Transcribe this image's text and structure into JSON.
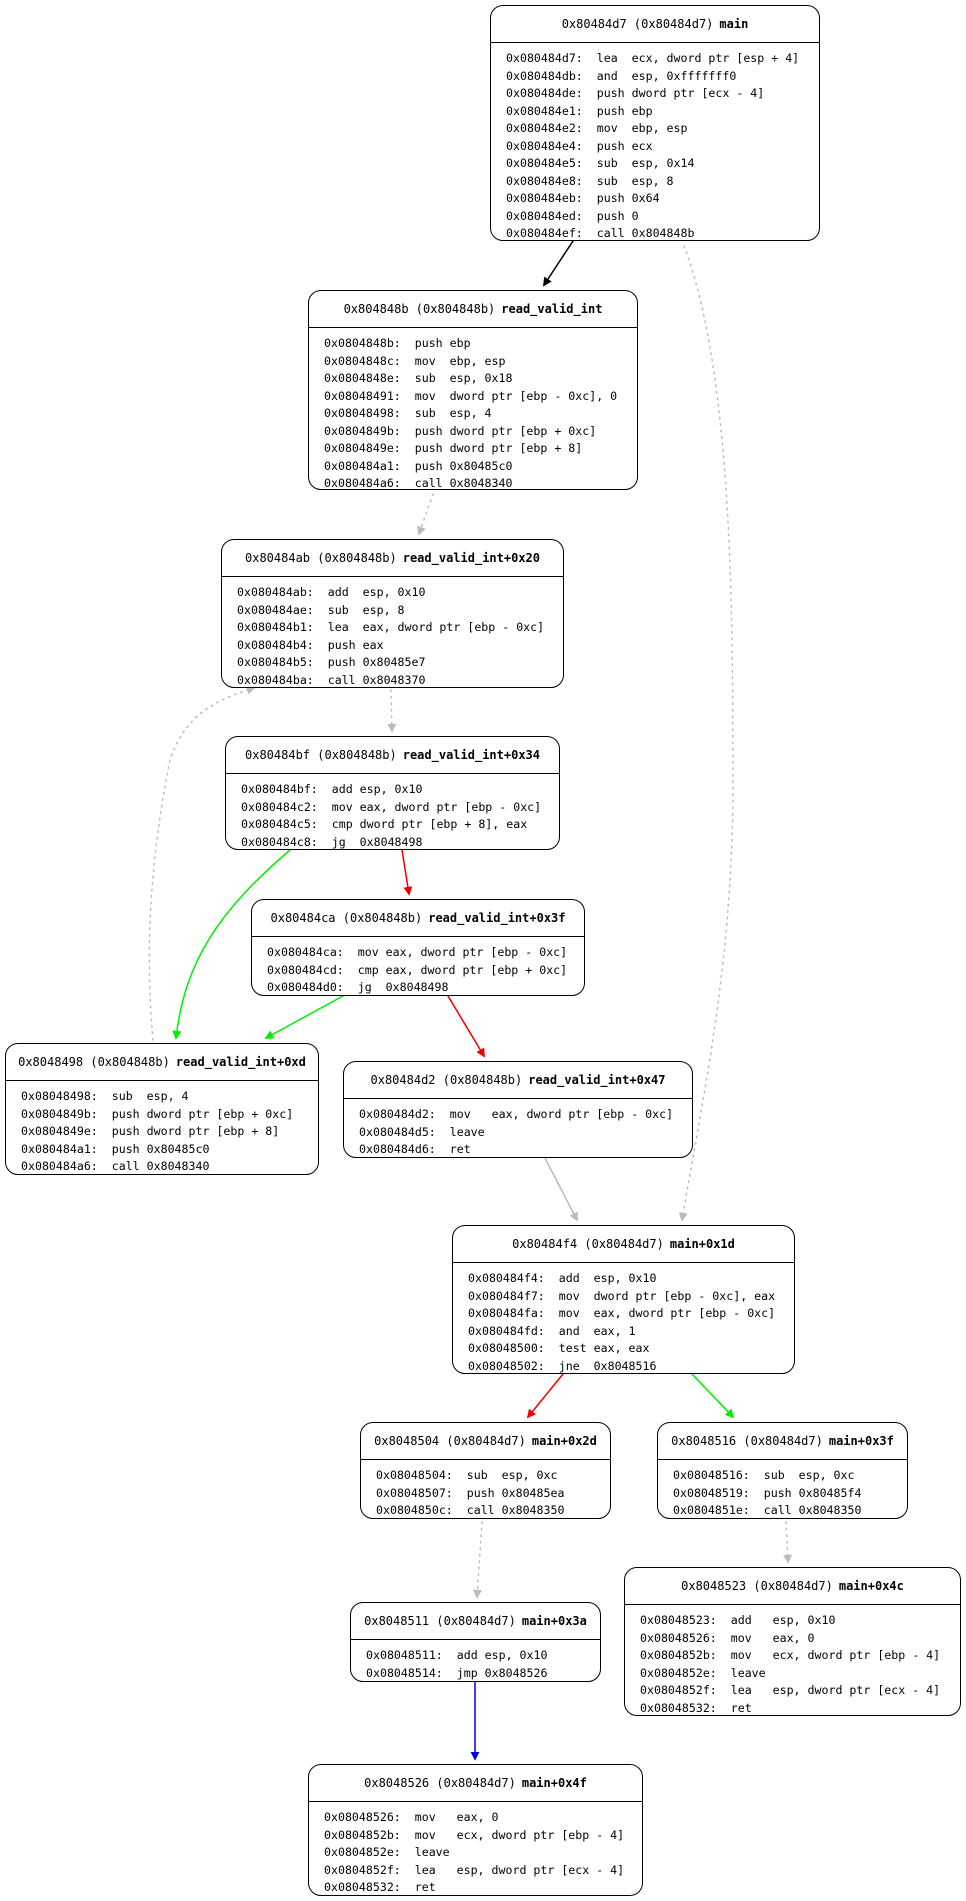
{
  "edge_colors": {
    "jump": "#000000",
    "true": "#00ee00",
    "false": "#ee0000",
    "flow": "#bbbbbb",
    "call_return": "#bbbbbb",
    "uncond": "#0000ee"
  },
  "blocks": [
    {
      "id": "main",
      "addr": "0x80484d7 (0x80484d7)",
      "sym": "main",
      "lines": [
        "0x080484d7:  lea  ecx, dword ptr [esp + 4]",
        "0x080484db:  and  esp, 0xfffffff0",
        "0x080484de:  push dword ptr [ecx - 4]",
        "0x080484e1:  push ebp",
        "0x080484e2:  mov  ebp, esp",
        "0x080484e4:  push ecx",
        "0x080484e5:  sub  esp, 0x14",
        "0x080484e8:  sub  esp, 8",
        "0x080484eb:  push 0x64",
        "0x080484ed:  push 0",
        "0x080484ef:  call 0x804848b"
      ]
    },
    {
      "id": "rvi",
      "addr": "0x804848b (0x804848b)",
      "sym": "read_valid_int",
      "lines": [
        "0x0804848b:  push ebp",
        "0x0804848c:  mov  ebp, esp",
        "0x0804848e:  sub  esp, 0x18",
        "0x08048491:  mov  dword ptr [ebp - 0xc], 0",
        "0x08048498:  sub  esp, 4",
        "0x0804849b:  push dword ptr [ebp + 0xc]",
        "0x0804849e:  push dword ptr [ebp + 8]",
        "0x080484a1:  push 0x80485c0",
        "0x080484a6:  call 0x8048340"
      ]
    },
    {
      "id": "rvi20",
      "addr": "0x80484ab (0x804848b)",
      "sym": "read_valid_int+0x20",
      "lines": [
        "0x080484ab:  add  esp, 0x10",
        "0x080484ae:  sub  esp, 8",
        "0x080484b1:  lea  eax, dword ptr [ebp - 0xc]",
        "0x080484b4:  push eax",
        "0x080484b5:  push 0x80485e7",
        "0x080484ba:  call 0x8048370"
      ]
    },
    {
      "id": "rvi34",
      "addr": "0x80484bf (0x804848b)",
      "sym": "read_valid_int+0x34",
      "lines": [
        "0x080484bf:  add esp, 0x10",
        "0x080484c2:  mov eax, dword ptr [ebp - 0xc]",
        "0x080484c5:  cmp dword ptr [ebp + 8], eax",
        "0x080484c8:  jg  0x8048498"
      ]
    },
    {
      "id": "rvi3f",
      "addr": "0x80484ca (0x804848b)",
      "sym": "read_valid_int+0x3f",
      "lines": [
        "0x080484ca:  mov eax, dword ptr [ebp - 0xc]",
        "0x080484cd:  cmp eax, dword ptr [ebp + 0xc]",
        "0x080484d0:  jg  0x8048498"
      ]
    },
    {
      "id": "rvid",
      "addr": "0x8048498 (0x804848b)",
      "sym": "read_valid_int+0xd",
      "lines": [
        "0x08048498:  sub  esp, 4",
        "0x0804849b:  push dword ptr [ebp + 0xc]",
        "0x0804849e:  push dword ptr [ebp + 8]",
        "0x080484a1:  push 0x80485c0",
        "0x080484a6:  call 0x8048340"
      ]
    },
    {
      "id": "rvi47",
      "addr": "0x80484d2 (0x804848b)",
      "sym": "read_valid_int+0x47",
      "lines": [
        "0x080484d2:  mov   eax, dword ptr [ebp - 0xc]",
        "0x080484d5:  leave",
        "0x080484d6:  ret"
      ]
    },
    {
      "id": "main1d",
      "addr": "0x80484f4 (0x80484d7)",
      "sym": "main+0x1d",
      "lines": [
        "0x080484f4:  add  esp, 0x10",
        "0x080484f7:  mov  dword ptr [ebp - 0xc], eax",
        "0x080484fa:  mov  eax, dword ptr [ebp - 0xc]",
        "0x080484fd:  and  eax, 1",
        "0x08048500:  test eax, eax",
        "0x08048502:  jne  0x8048516"
      ]
    },
    {
      "id": "main2d",
      "addr": "0x8048504 (0x80484d7)",
      "sym": "main+0x2d",
      "lines": [
        "0x08048504:  sub  esp, 0xc",
        "0x08048507:  push 0x80485ea",
        "0x0804850c:  call 0x8048350"
      ]
    },
    {
      "id": "main3f",
      "addr": "0x8048516 (0x80484d7)",
      "sym": "main+0x3f",
      "lines": [
        "0x08048516:  sub  esp, 0xc",
        "0x08048519:  push 0x80485f4",
        "0x0804851e:  call 0x8048350"
      ]
    },
    {
      "id": "main3a",
      "addr": "0x8048511 (0x80484d7)",
      "sym": "main+0x3a",
      "lines": [
        "0x08048511:  add esp, 0x10",
        "0x08048514:  jmp 0x8048526"
      ]
    },
    {
      "id": "main4c",
      "addr": "0x8048523 (0x80484d7)",
      "sym": "main+0x4c",
      "lines": [
        "0x08048523:  add   esp, 0x10",
        "0x08048526:  mov   eax, 0",
        "0x0804852b:  mov   ecx, dword ptr [ebp - 4]",
        "0x0804852e:  leave",
        "0x0804852f:  lea   esp, dword ptr [ecx - 4]",
        "0x08048532:  ret"
      ]
    },
    {
      "id": "main4f",
      "addr": "0x8048526 (0x80484d7)",
      "sym": "main+0x4f",
      "lines": [
        "0x08048526:  mov   eax, 0",
        "0x0804852b:  mov   ecx, dword ptr [ebp - 4]",
        "0x0804852e:  leave",
        "0x0804852f:  lea   esp, dword ptr [ecx - 4]",
        "0x08048532:  ret"
      ]
    }
  ],
  "edges": [
    {
      "from": "main",
      "to": "rvi",
      "kind": "jump"
    },
    {
      "from": "main",
      "to": "main1d",
      "kind": "call_return"
    },
    {
      "from": "rvi",
      "to": "rvi20",
      "kind": "call_return"
    },
    {
      "from": "rvi20",
      "to": "rvi34",
      "kind": "call_return"
    },
    {
      "from": "rvi34",
      "to": "rvid",
      "kind": "true"
    },
    {
      "from": "rvi34",
      "to": "rvi3f",
      "kind": "false"
    },
    {
      "from": "rvi3f",
      "to": "rvid",
      "kind": "true"
    },
    {
      "from": "rvi3f",
      "to": "rvi47",
      "kind": "false"
    },
    {
      "from": "rvid",
      "to": "rvi20",
      "kind": "call_return"
    },
    {
      "from": "rvi47",
      "to": "main1d",
      "kind": "flow"
    },
    {
      "from": "main1d",
      "to": "main2d",
      "kind": "false"
    },
    {
      "from": "main1d",
      "to": "main3f",
      "kind": "true"
    },
    {
      "from": "main2d",
      "to": "main3a",
      "kind": "call_return"
    },
    {
      "from": "main3f",
      "to": "main4c",
      "kind": "call_return"
    },
    {
      "from": "main3a",
      "to": "main4f",
      "kind": "uncond"
    }
  ]
}
